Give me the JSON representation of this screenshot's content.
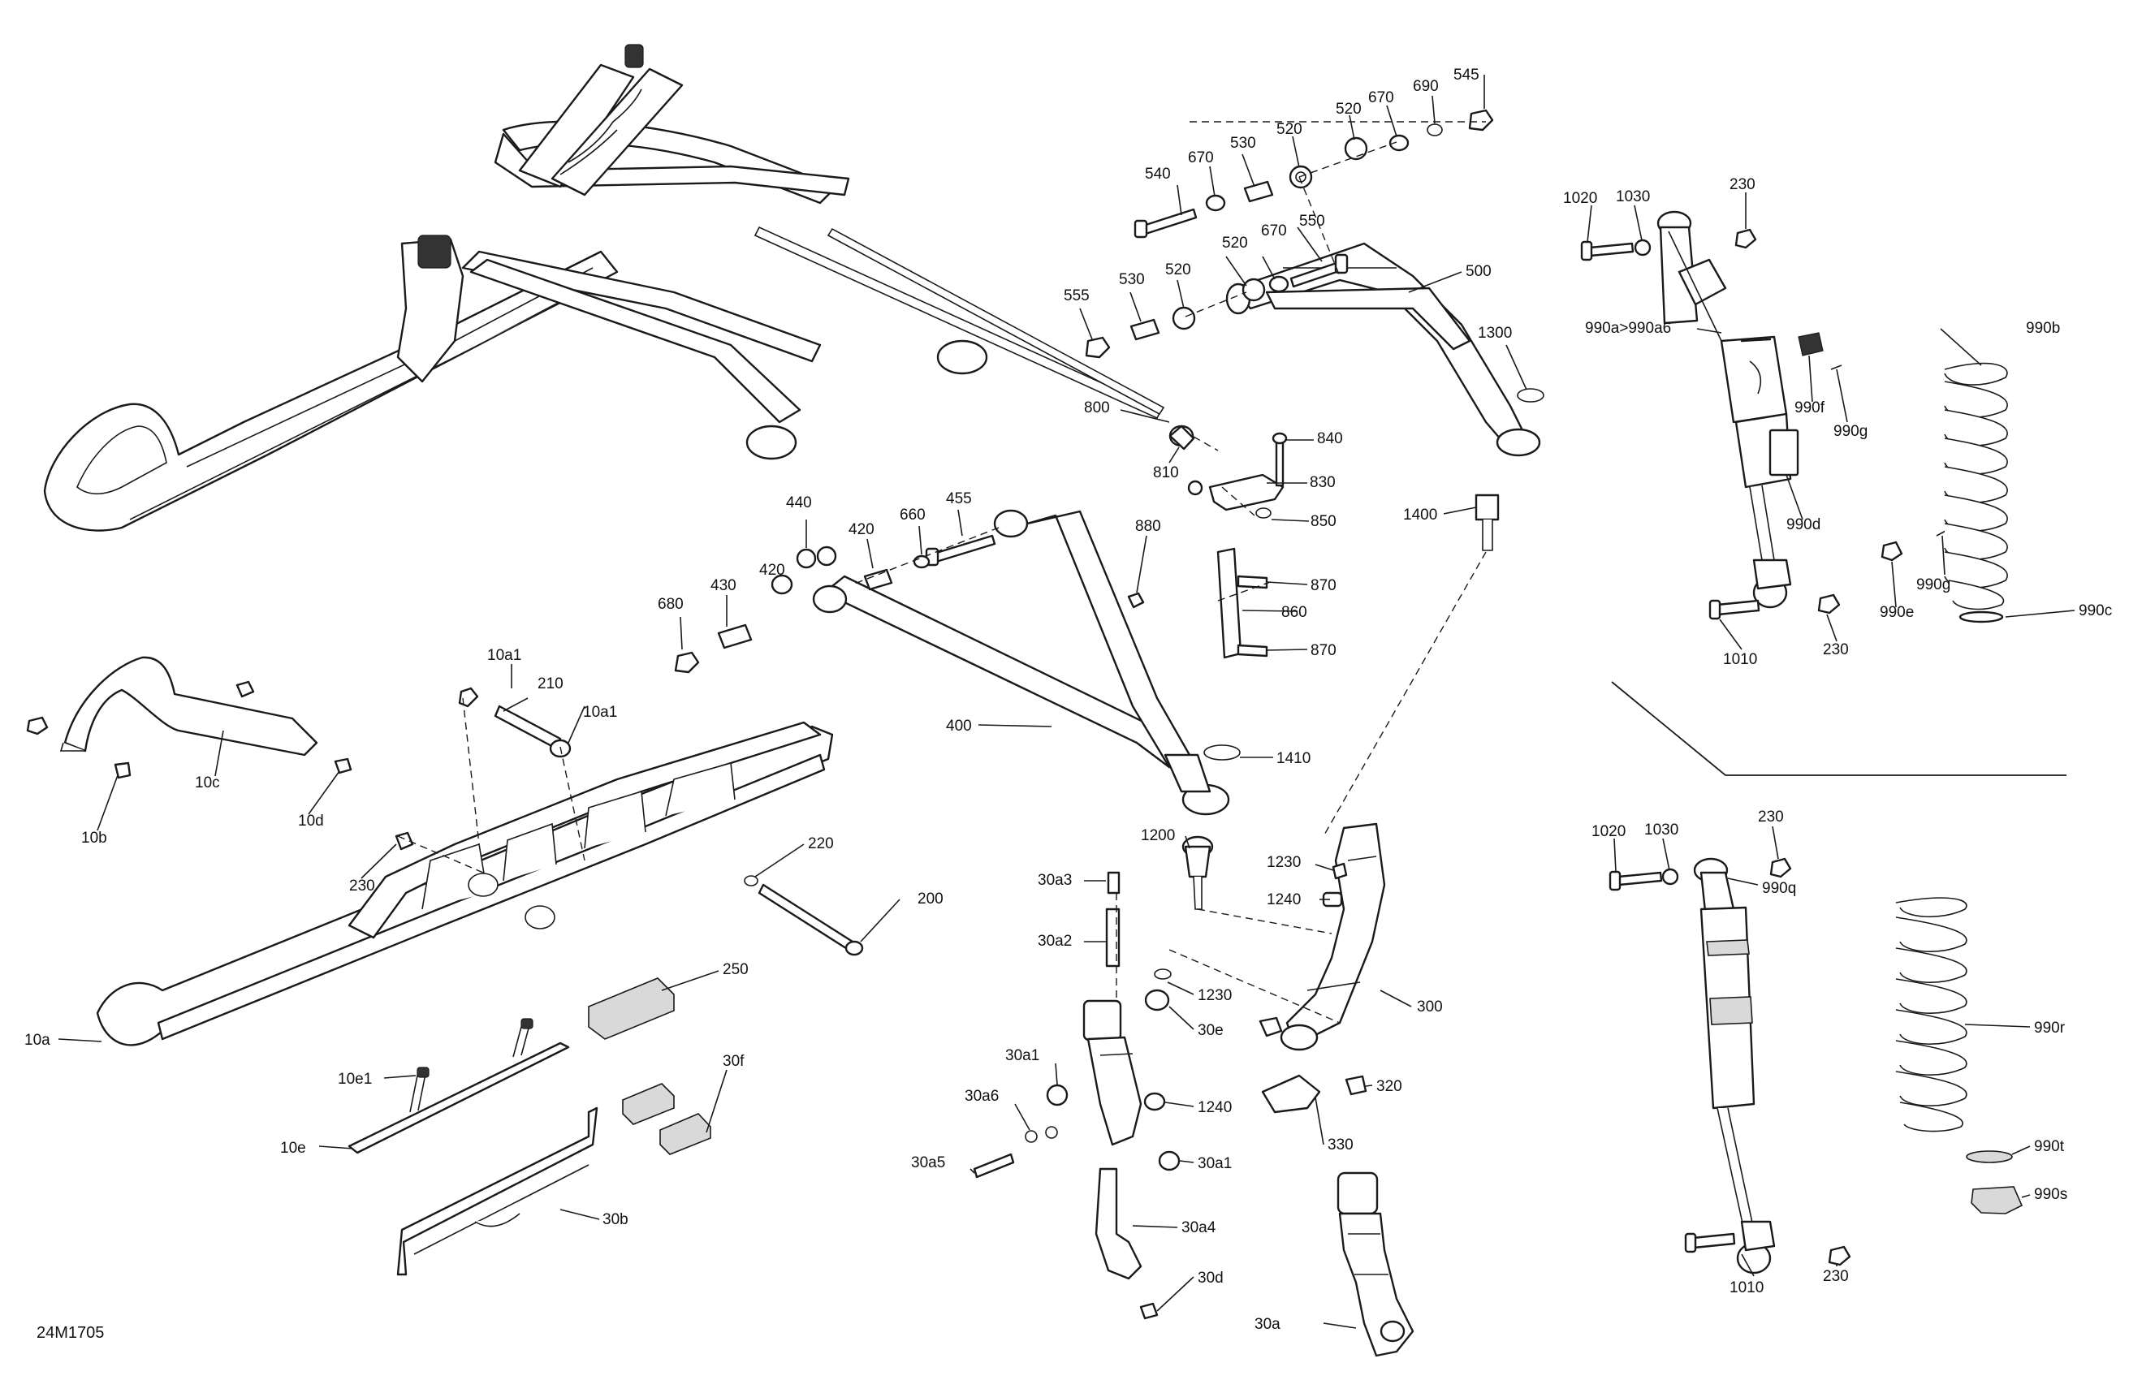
{
  "diagram_code": "24M1705",
  "labels": {
    "l545": "545",
    "l690": "690",
    "l670a": "670",
    "l520a": "520",
    "l540": "540",
    "l670b": "670",
    "l530a": "530",
    "l520b": "520",
    "l550": "550",
    "l670c": "670",
    "l520c": "520",
    "l500": "500",
    "l555": "555",
    "l530b": "530",
    "l520d": "520",
    "l1300": "1300",
    "l800": "800",
    "l840": "840",
    "l810": "810",
    "l830": "830",
    "l880": "880",
    "l850": "850",
    "l1400": "1400",
    "l440": "440",
    "l420a": "420",
    "l660": "660",
    "l455": "455",
    "l420b": "420",
    "l430": "430",
    "l680": "680",
    "l870a": "870",
    "l860": "860",
    "l870b": "870",
    "l400": "400",
    "l1410": "1410",
    "l10a1a": "10a1",
    "l210": "210",
    "l10a1b": "10a1",
    "l10c": "10c",
    "l10b": "10b",
    "l10d": "10d",
    "l230a": "230",
    "l220": "220",
    "l200": "200",
    "l250": "250",
    "l10a": "10a",
    "l10e1": "10e1",
    "l10e": "10e",
    "l30f": "30f",
    "l30b": "30b",
    "l1200": "1200",
    "l1230a": "1230",
    "l1240a": "1240",
    "l30a3": "30a3",
    "l30a2": "30a2",
    "l1230b": "1230",
    "l30e": "30e",
    "l300": "300",
    "l30a1a": "30a1",
    "l320": "320",
    "l30a6": "30a6",
    "l1240b": "1240",
    "l330": "330",
    "l30a5": "30a5",
    "l30a1b": "30a1",
    "l30a4": "30a4",
    "l30d": "30d",
    "l30a": "30a",
    "l1020a": "1020",
    "l1030a": "1030",
    "l230b": "230",
    "l990a": "990a>990a6",
    "l990b": "990b",
    "l990f": "990f",
    "l990g1": "990g",
    "l990d": "990d",
    "l990e": "990e",
    "l990g2": "990g",
    "l990c": "990c",
    "l1010a": "1010",
    "l230c": "230",
    "l1020b": "1020",
    "l1030b": "1030",
    "l230d": "230",
    "l990q": "990q",
    "l990r": "990r",
    "l990t": "990t",
    "l990s": "990s",
    "l1010b": "1010",
    "l230e": "230"
  }
}
